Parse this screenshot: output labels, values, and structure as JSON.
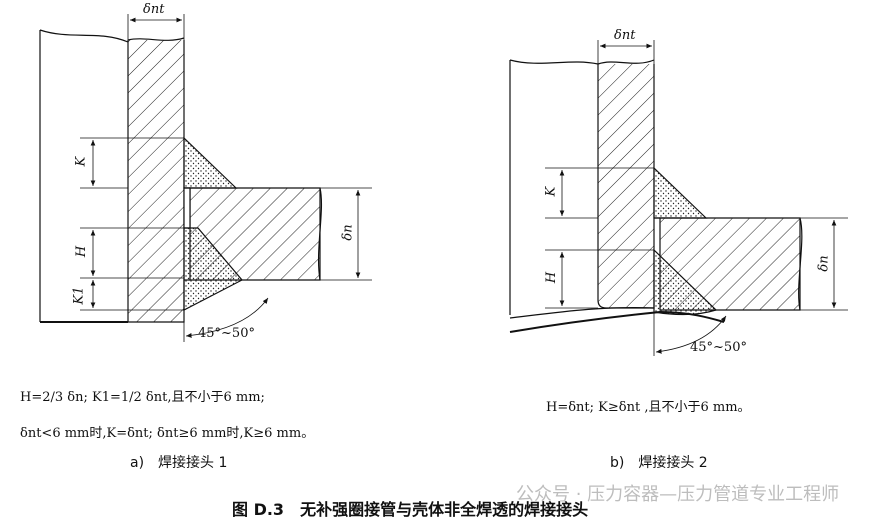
{
  "diagram_a": {
    "dim_top": "δnt",
    "dim_right": "δn",
    "label_k": "K",
    "label_h": "H",
    "label_k1": "K1",
    "angle": "45°~50°",
    "formula_line1": "H=2/3 δn; K1=1/2 δnt,且不小于6 mm;",
    "formula_line2": "δnt<6 mm时,K=δnt; δnt≥6 mm时,K≥6 mm。",
    "subcaption": "a)　焊接接头 1"
  },
  "diagram_b": {
    "dim_top": "δnt",
    "dim_right": "δn",
    "label_k": "K",
    "label_h": "H",
    "angle": "45°~50°",
    "formula_line1": "H=δnt; K≥δnt ,且不小于6 mm。",
    "subcaption": "b)　焊接接头 2"
  },
  "watermark": "公众号 · 压力容器—压力管道专业工程师",
  "figure_caption": "图 D.3　无补强圈接管与壳体非全焊透的焊接接头"
}
